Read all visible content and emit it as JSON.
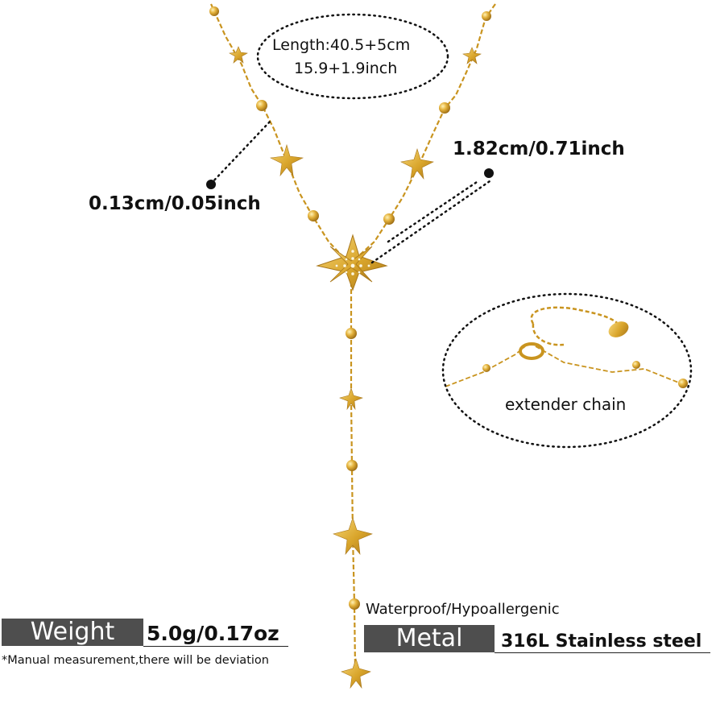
{
  "length_text": {
    "line1": "Length:40.5+5cm",
    "line2": "15.9+1.9inch"
  },
  "bead_size": "0.13cm/0.05inch",
  "pendant_size": "1.82cm/0.71inch",
  "extender_label": "extender chain",
  "waterproof_label": "Waterproof/Hypoallergenic",
  "metal": {
    "label": "Metal",
    "value": "316L Stainless steel"
  },
  "weight": {
    "label": "Weight",
    "value": "5.0g/0.17oz"
  },
  "note": "*Manual measurement,there will be deviation",
  "colors": {
    "gold": "#d9a52b",
    "gold_dark": "#a9771a",
    "label_box": "#4e4e4e"
  }
}
